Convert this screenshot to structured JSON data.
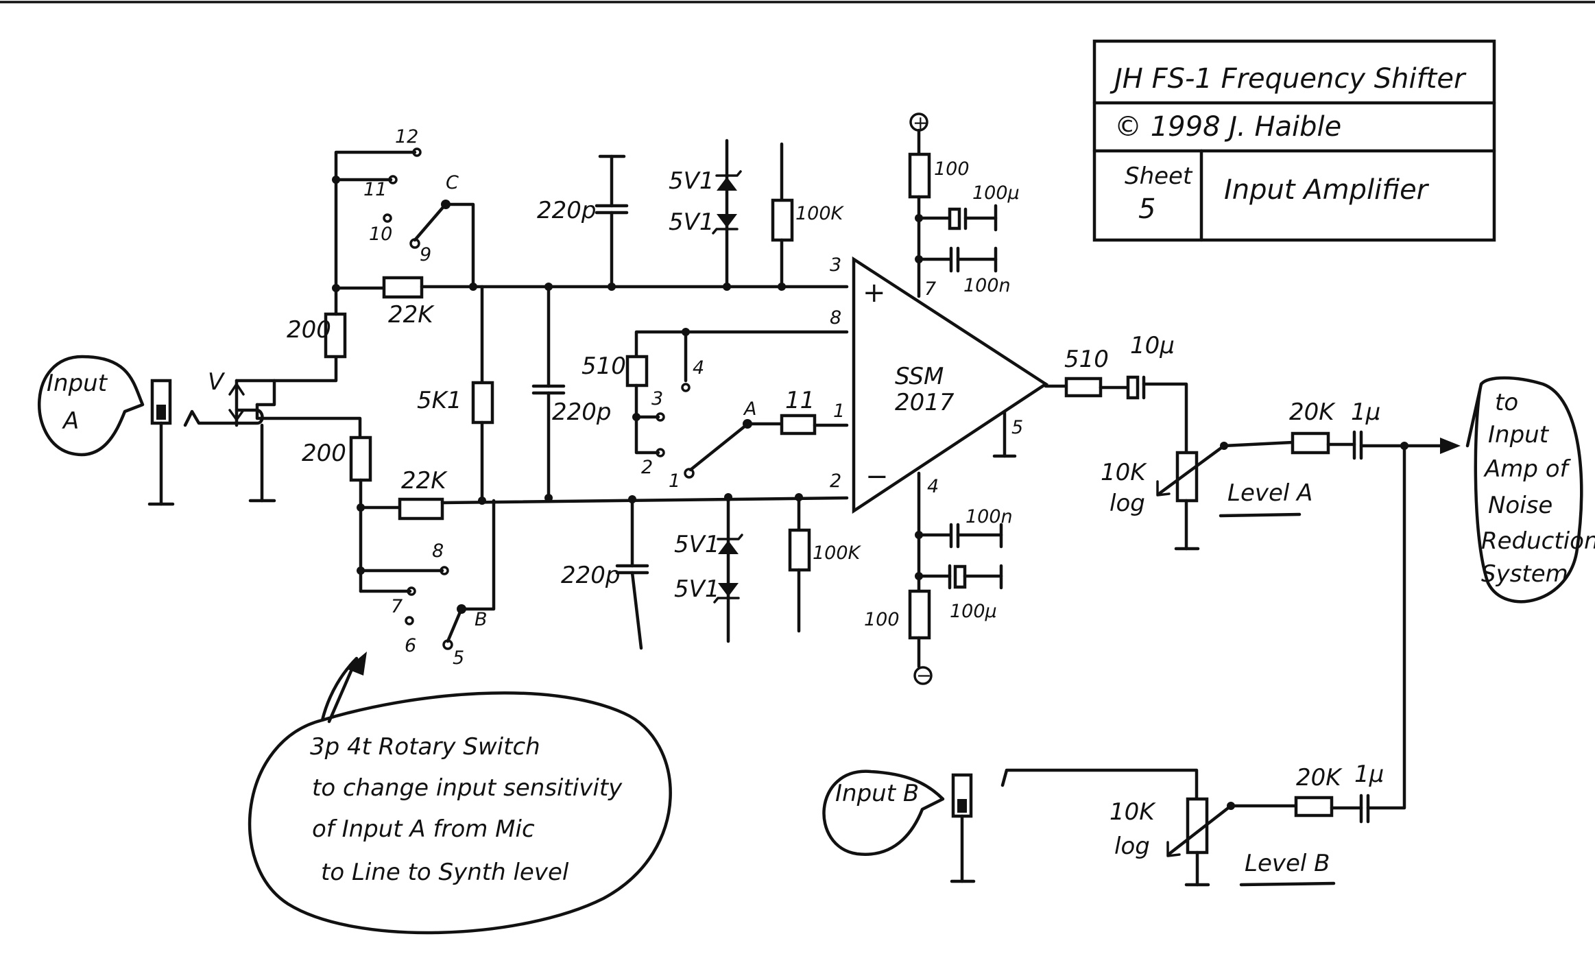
{
  "title_block": {
    "title": "JH FS-1 Frequency Shifter",
    "copyright": "© 1998 J. Haible",
    "sheet_label": "Sheet",
    "sheet_number": "5",
    "sheet_title": "Input Amplifier"
  },
  "inputs": {
    "input_a_line1": "Input",
    "input_a_line2": "A",
    "input_b": "Input B"
  },
  "output_note": [
    "to",
    "Input",
    "Amp of",
    "Noise",
    "Reduction",
    "System"
  ],
  "rotary_note": [
    "3p 4t Rotary Switch",
    "to change input sensitivity",
    "of Input A from Mic",
    "to Line to Synth level"
  ],
  "ic": {
    "name": "SSM",
    "number": "2017",
    "plus": "+",
    "minus": "−"
  },
  "pins": {
    "p1": "1",
    "p2": "2",
    "p3": "3",
    "p4": "4",
    "p5": "5",
    "p7": "7",
    "p8": "8"
  },
  "switch_contacts": {
    "c12": "12",
    "c11": "11",
    "c10": "10",
    "c9": "9",
    "c8": "8",
    "c7": "7",
    "c6": "6",
    "c5": "5",
    "c4": "4",
    "c3": "3",
    "c2": "2",
    "c1": "1",
    "wiper_a": "A",
    "wiper_b": "B",
    "wiper_c": "C"
  },
  "components": {
    "r_200_top": "200",
    "r_200_bottom": "200",
    "r_22k_top": "22K",
    "r_22k_bottom": "22K",
    "r_5k1": "5K1",
    "c_220p_mid": "220p",
    "c_220p_top": "220p",
    "c_220p_bottom": "220p",
    "z_top_1": "5V1",
    "z_top_2": "5V1",
    "z_bottom_1": "5V1",
    "z_bottom_2": "5V1",
    "r_100k_top": "100K",
    "r_100k_bottom": "100K",
    "r_510_gain": "510",
    "r_11": "11",
    "r_100_top": "100",
    "r_100_bottom": "100",
    "c_100u_top": "100µ",
    "c_100n_top": "100n",
    "c_100n_bottom": "100n",
    "c_100u_bottom": "100µ",
    "r_510_out": "510",
    "c_10u": "10µ",
    "pot_a_value": "10K",
    "pot_a_taper": "log",
    "pot_a_label": "Level A",
    "r_20k_a": "20K",
    "c_1u_a": "1µ",
    "pot_b_value": "10K",
    "pot_b_taper": "log",
    "pot_b_label": "Level B",
    "r_20k_b": "20K",
    "c_1u_b": "1µ",
    "vplus": "+",
    "vminus": "−",
    "v_label": "V"
  }
}
